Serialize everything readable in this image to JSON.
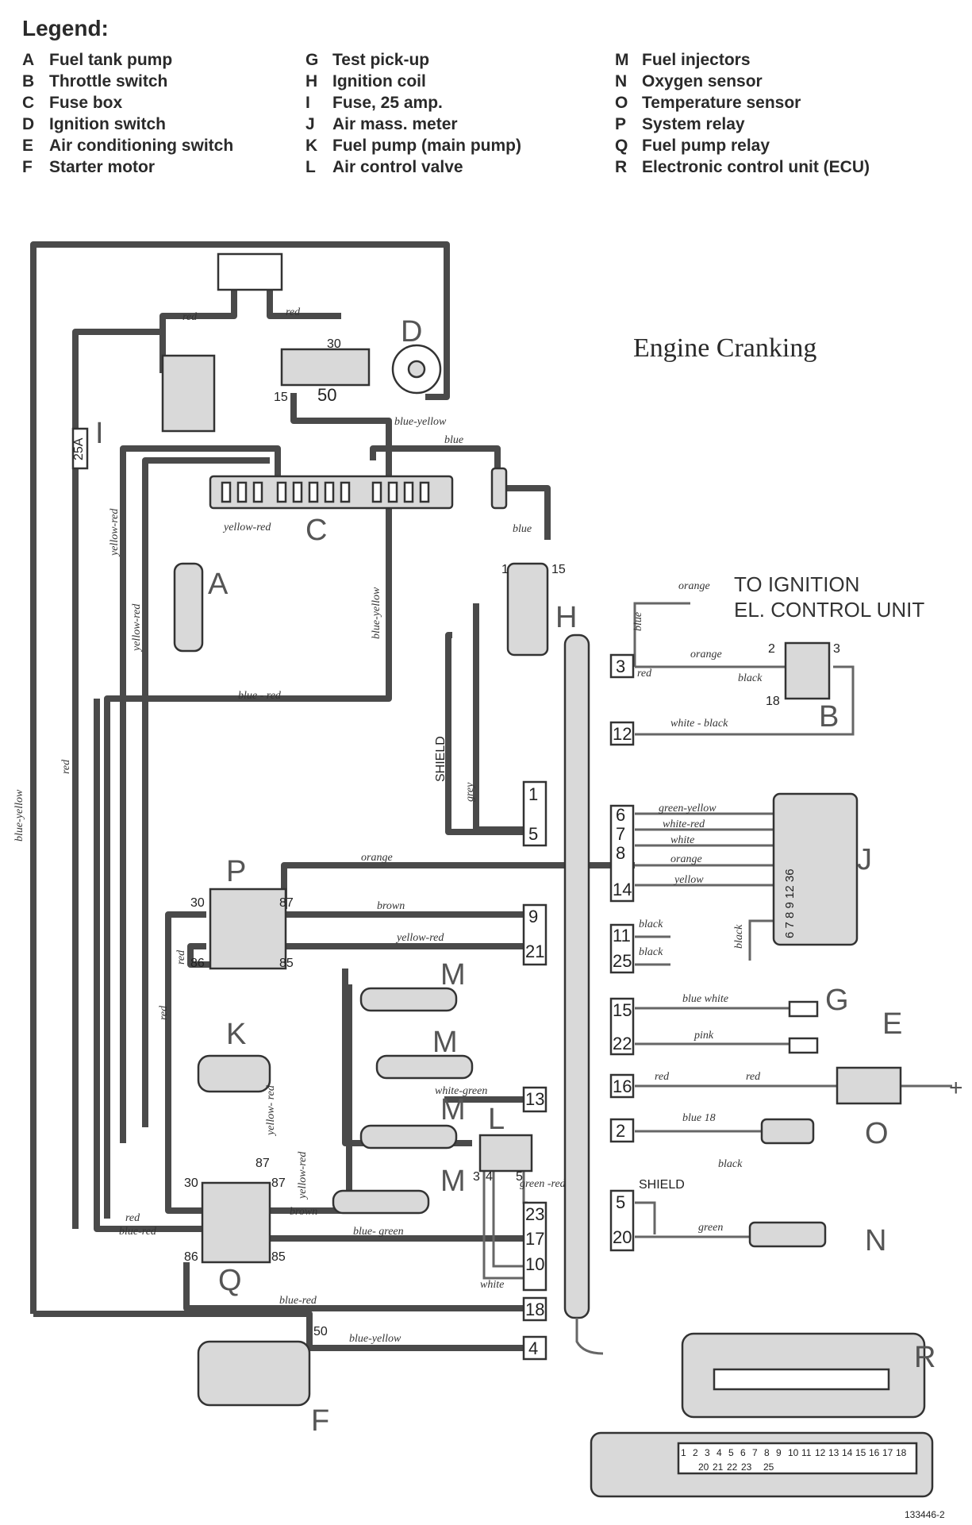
{
  "legend": {
    "title": "Legend:",
    "items": [
      {
        "key": "A",
        "label": "Fuel tank pump"
      },
      {
        "key": "B",
        "label": "Throttle switch"
      },
      {
        "key": "C",
        "label": "Fuse box"
      },
      {
        "key": "D",
        "label": "Ignition switch"
      },
      {
        "key": "E",
        "label": "Air conditioning switch"
      },
      {
        "key": "F",
        "label": "Starter motor"
      },
      {
        "key": "G",
        "label": "Test pick-up"
      },
      {
        "key": "H",
        "label": "Ignition coil"
      },
      {
        "key": "I",
        "label": "Fuse, 25 amp."
      },
      {
        "key": "J",
        "label": "Air mass. meter"
      },
      {
        "key": "K",
        "label": "Fuel pump (main pump)"
      },
      {
        "key": "L",
        "label": "Air control valve"
      },
      {
        "key": "M",
        "label": "Fuel injectors"
      },
      {
        "key": "N",
        "label": "Oxygen sensor"
      },
      {
        "key": "O",
        "label": "Temperature sensor"
      },
      {
        "key": "P",
        "label": "System relay"
      },
      {
        "key": "Q",
        "label": "Fuel pump relay"
      },
      {
        "key": "R",
        "label": "Electronic control unit (ECU)"
      }
    ]
  },
  "diagram": {
    "title": "Engine Cranking",
    "to_ignition_line1": "TO IGNITION",
    "to_ignition_line2": "EL. CONTROL UNIT",
    "fuse_label": "25A",
    "shield": "SHIELD",
    "plus": "+",
    "code": "133446-2",
    "wire_labels": {
      "red": "red",
      "blue_yellow": "blue-yellow",
      "blue": "blue",
      "yellow_red": "yellow-red",
      "yellow_red_stack": "yellow-\nred",
      "blue_red": "blue - red",
      "blue_red2": "blue-red",
      "grey": "grey",
      "orange": "orange",
      "black": "black",
      "white_black": "white - black",
      "green_yellow": "green-yellow",
      "white_red": "white-red",
      "white": "white",
      "yellow": "yellow",
      "brown": "brown",
      "blue_white": "blue white",
      "pink": "pink",
      "blue_18": "blue 18",
      "white_green": "white-green",
      "green_red": "green\n-red",
      "blue_green": "blue- green",
      "green": "green"
    },
    "pin_numbers": [
      "1",
      "5",
      "3",
      "12",
      "6",
      "7",
      "8",
      "14",
      "9",
      "21",
      "11",
      "25",
      "15",
      "22",
      "16",
      "13",
      "2",
      "5",
      "20",
      "23",
      "17",
      "10",
      "18",
      "4"
    ],
    "pin_labels": {
      "d30": "30",
      "d15": "15",
      "d50": "50",
      "p30": "30",
      "p87": "87",
      "p86": "86",
      "p85": "85",
      "q30": "30",
      "q87a": "87",
      "q87b": "87",
      "q86": "86",
      "q85": "85",
      "f50": "50",
      "b2": "2",
      "b3": "3",
      "b18": "18",
      "h1": "1",
      "h15": "15",
      "l3": "3",
      "l4": "4",
      "l5": "5"
    },
    "j_pins": "6 7 8 9 12 36",
    "ecu_row1": [
      "1",
      "2",
      "3",
      "4",
      "5",
      "6",
      "7",
      "8",
      "9",
      "10",
      "11",
      "12",
      "13",
      "14",
      "15",
      "16",
      "17",
      "18"
    ],
    "ecu_row2": [
      "20",
      "21",
      "22",
      "23",
      "25"
    ]
  }
}
